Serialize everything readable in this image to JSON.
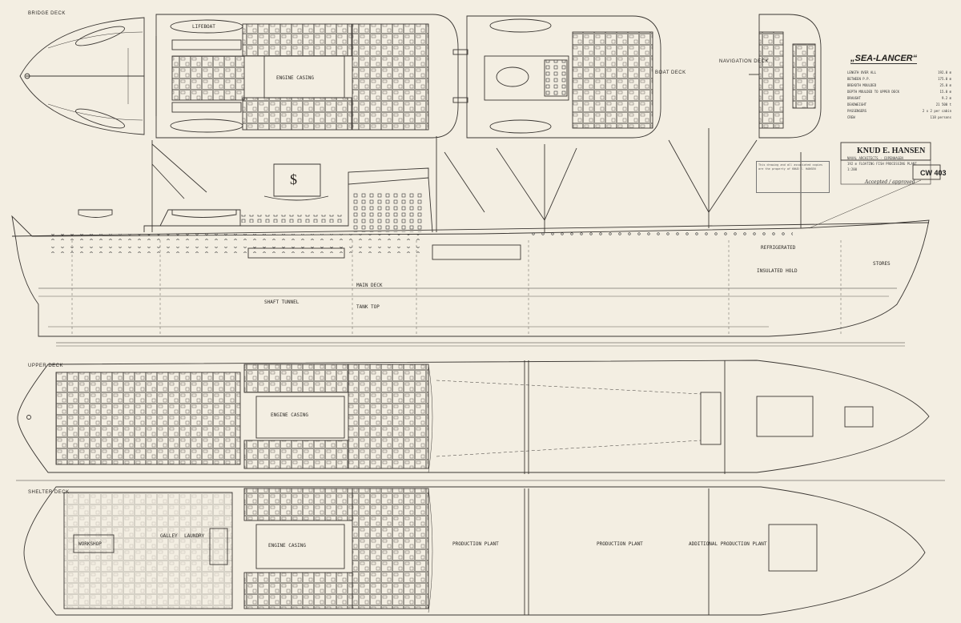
{
  "ship_name": "„SEA-LANCER“",
  "decks": {
    "bridge": "BRIDGE DECK",
    "boat": "BOAT DECK",
    "navigation": "NAVIGATION DECK",
    "upper": "UPPER DECK",
    "shelter": "SHELTER DECK"
  },
  "rooms": {
    "engine_casing": "ENGINE CASING",
    "production_plant": "PRODUCTION PLANT",
    "additional_production_plant": "ADDITIONAL PRODUCTION PLANT",
    "main_deck": "MAIN DECK",
    "shaft_tunnel": "SHAFT TUNNEL",
    "tank_top": "TANK TOP",
    "lifeboats": "LIFEBOAT",
    "galley": "GALLEY",
    "laundry": "LAUNDRY",
    "workshop": "WORKSHOP",
    "stores": "STORES",
    "refrigerated": "REFRIGERATED",
    "insulated_hold": "INSULATED HOLD"
  },
  "particulars": [
    {
      "label": "LENGTH OVER ALL",
      "value": "192.0 m"
    },
    {
      "label": "BETWEEN P.P.",
      "value": "175.0 m"
    },
    {
      "label": "BREADTH MOULDED",
      "value": "25.0 m"
    },
    {
      "label": "DEPTH MOULDED TO UPPER DECK",
      "value": "15.0 m"
    },
    {
      "label": "DRAUGHT",
      "value": "9.2 m"
    },
    {
      "label": "DEADWEIGHT",
      "value": "21 500 t"
    },
    {
      "label": "PASSENGERS",
      "value": "2 x 2 per cabin"
    },
    {
      "label": "CREW",
      "value": "118 persons"
    }
  ],
  "title_block": {
    "firm": "KNUD E. HANSEN",
    "sub1": "NAVAL ARCHITECTS · COPENHAGEN",
    "sub2": "192 m FLOATING FISH PROCESSING PLANT",
    "drawing_no": "CW 403",
    "scale": "1:200"
  },
  "stamp": "This drawing and all associated copies are the property of KNUD E. HANSEN",
  "signature": "Accepted / approved"
}
